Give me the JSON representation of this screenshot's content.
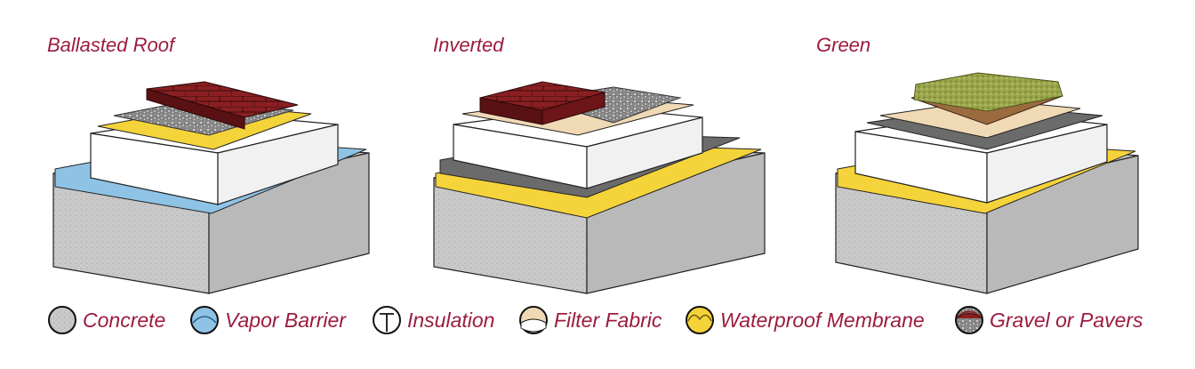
{
  "titles": {
    "ballasted": "Ballasted Roof",
    "inverted": "Inverted",
    "green": "Green"
  },
  "legend": [
    {
      "label": "Concrete",
      "icon": "concrete-swatch-icon",
      "color": "#c9c9c9"
    },
    {
      "label": "Vapor Barrier",
      "icon": "vapor-barrier-swatch-icon",
      "color": "#8fc3e6"
    },
    {
      "label": "Insulation",
      "icon": "insulation-swatch-icon",
      "color": "#ffffff"
    },
    {
      "label": "Filter Fabric",
      "icon": "filter-fabric-swatch-icon",
      "color": "#f0d9b5"
    },
    {
      "label": "Waterproof Membrane",
      "icon": "waterproof-membrane-swatch-icon",
      "color": "#f5d33a"
    },
    {
      "label": "Gravel or Pavers",
      "icon": "gravel-pavers-swatch-icon",
      "color": "#7a1a1a"
    }
  ],
  "colors": {
    "text": "#9b1c3f",
    "concrete": "#c9c9c9",
    "vapor": "#8fc3e6",
    "membrane_yellow": "#f5d33a",
    "membrane_dark": "#6b6b6b",
    "fabric": "#f0d9b5",
    "paver": "#8a1f22",
    "gravel": "#9a9a9a",
    "soil": "#9b6b3f",
    "grass": "#8a9a3c"
  }
}
